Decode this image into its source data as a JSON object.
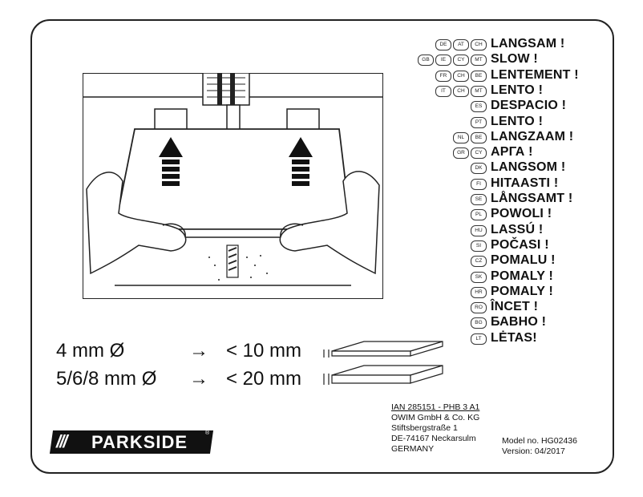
{
  "languages": [
    {
      "codes": [
        "DE",
        "AT",
        "CH"
      ],
      "word": "LANGSAM !"
    },
    {
      "codes": [
        "GB",
        "IE",
        "CY",
        "MT"
      ],
      "word": "SLOW !"
    },
    {
      "codes": [
        "FR",
        "CH",
        "BE"
      ],
      "word": "LENTEMENT !"
    },
    {
      "codes": [
        "IT",
        "CH",
        "MT"
      ],
      "word": "LENTO !"
    },
    {
      "codes": [
        "ES"
      ],
      "word": "DESPACIO !"
    },
    {
      "codes": [
        "PT"
      ],
      "word": "LENTO !"
    },
    {
      "codes": [
        "NL",
        "BE"
      ],
      "word": "LANGZAAM !"
    },
    {
      "codes": [
        "GR",
        "CY"
      ],
      "word": "ΑΡΓΑ !"
    },
    {
      "codes": [
        "DK"
      ],
      "word": "LANGSOM !"
    },
    {
      "codes": [
        "FI"
      ],
      "word": "HITAASTI !"
    },
    {
      "codes": [
        "SE"
      ],
      "word": "LÅNGSAMT !"
    },
    {
      "codes": [
        "PL"
      ],
      "word": "POWOLI !"
    },
    {
      "codes": [
        "HU"
      ],
      "word": "LASSÚ !"
    },
    {
      "codes": [
        "SI"
      ],
      "word": "POČASI !"
    },
    {
      "codes": [
        "CZ"
      ],
      "word": "POMALU !"
    },
    {
      "codes": [
        "SK"
      ],
      "word": "POMALY !"
    },
    {
      "codes": [
        "HR"
      ],
      "word": "POMALY !"
    },
    {
      "codes": [
        "RO"
      ],
      "word": "ÎNCET !"
    },
    {
      "codes": [
        "BG"
      ],
      "word": "БАВНО !"
    },
    {
      "codes": [
        "LT"
      ],
      "word": "LĖTAS!"
    }
  ],
  "rules": [
    {
      "diameter": "4 mm  Ø",
      "arrow": "→",
      "thickness": "< 10 mm"
    },
    {
      "diameter": "5/6/8 mm  Ø",
      "arrow": "→",
      "thickness": "< 20 mm"
    }
  ],
  "address": {
    "ian": "IAN 285151 - PHB 3 A1",
    "company": "OWIM GmbH & Co. KG",
    "street": "Stiftsbergstraße 1",
    "city": "DE-74167 Neckarsulm",
    "country": "GERMANY"
  },
  "model": {
    "model_no": "Model no. HG02436",
    "version": "Version:  04/2017"
  },
  "logo": {
    "slashes": "///",
    "brand": "PARKSIDE",
    "reg": "®"
  },
  "colors": {
    "ink": "#111111",
    "border": "#222222",
    "background": "#ffffff"
  }
}
